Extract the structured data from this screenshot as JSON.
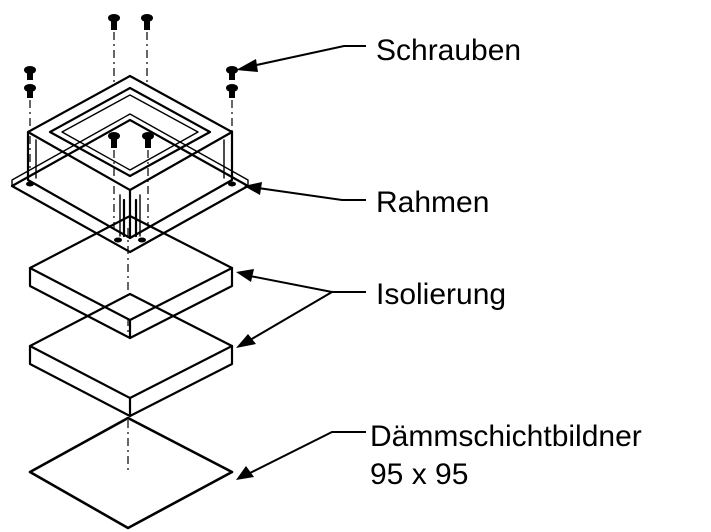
{
  "labels": {
    "screws": "Schrauben",
    "frame": "Rahmen",
    "insulation": "Isolierung",
    "intumescent_line1": "Dämmschichtbildner",
    "intumescent_line2": "95 x 95"
  },
  "colors": {
    "line": "#000000",
    "background": "#ffffff"
  }
}
